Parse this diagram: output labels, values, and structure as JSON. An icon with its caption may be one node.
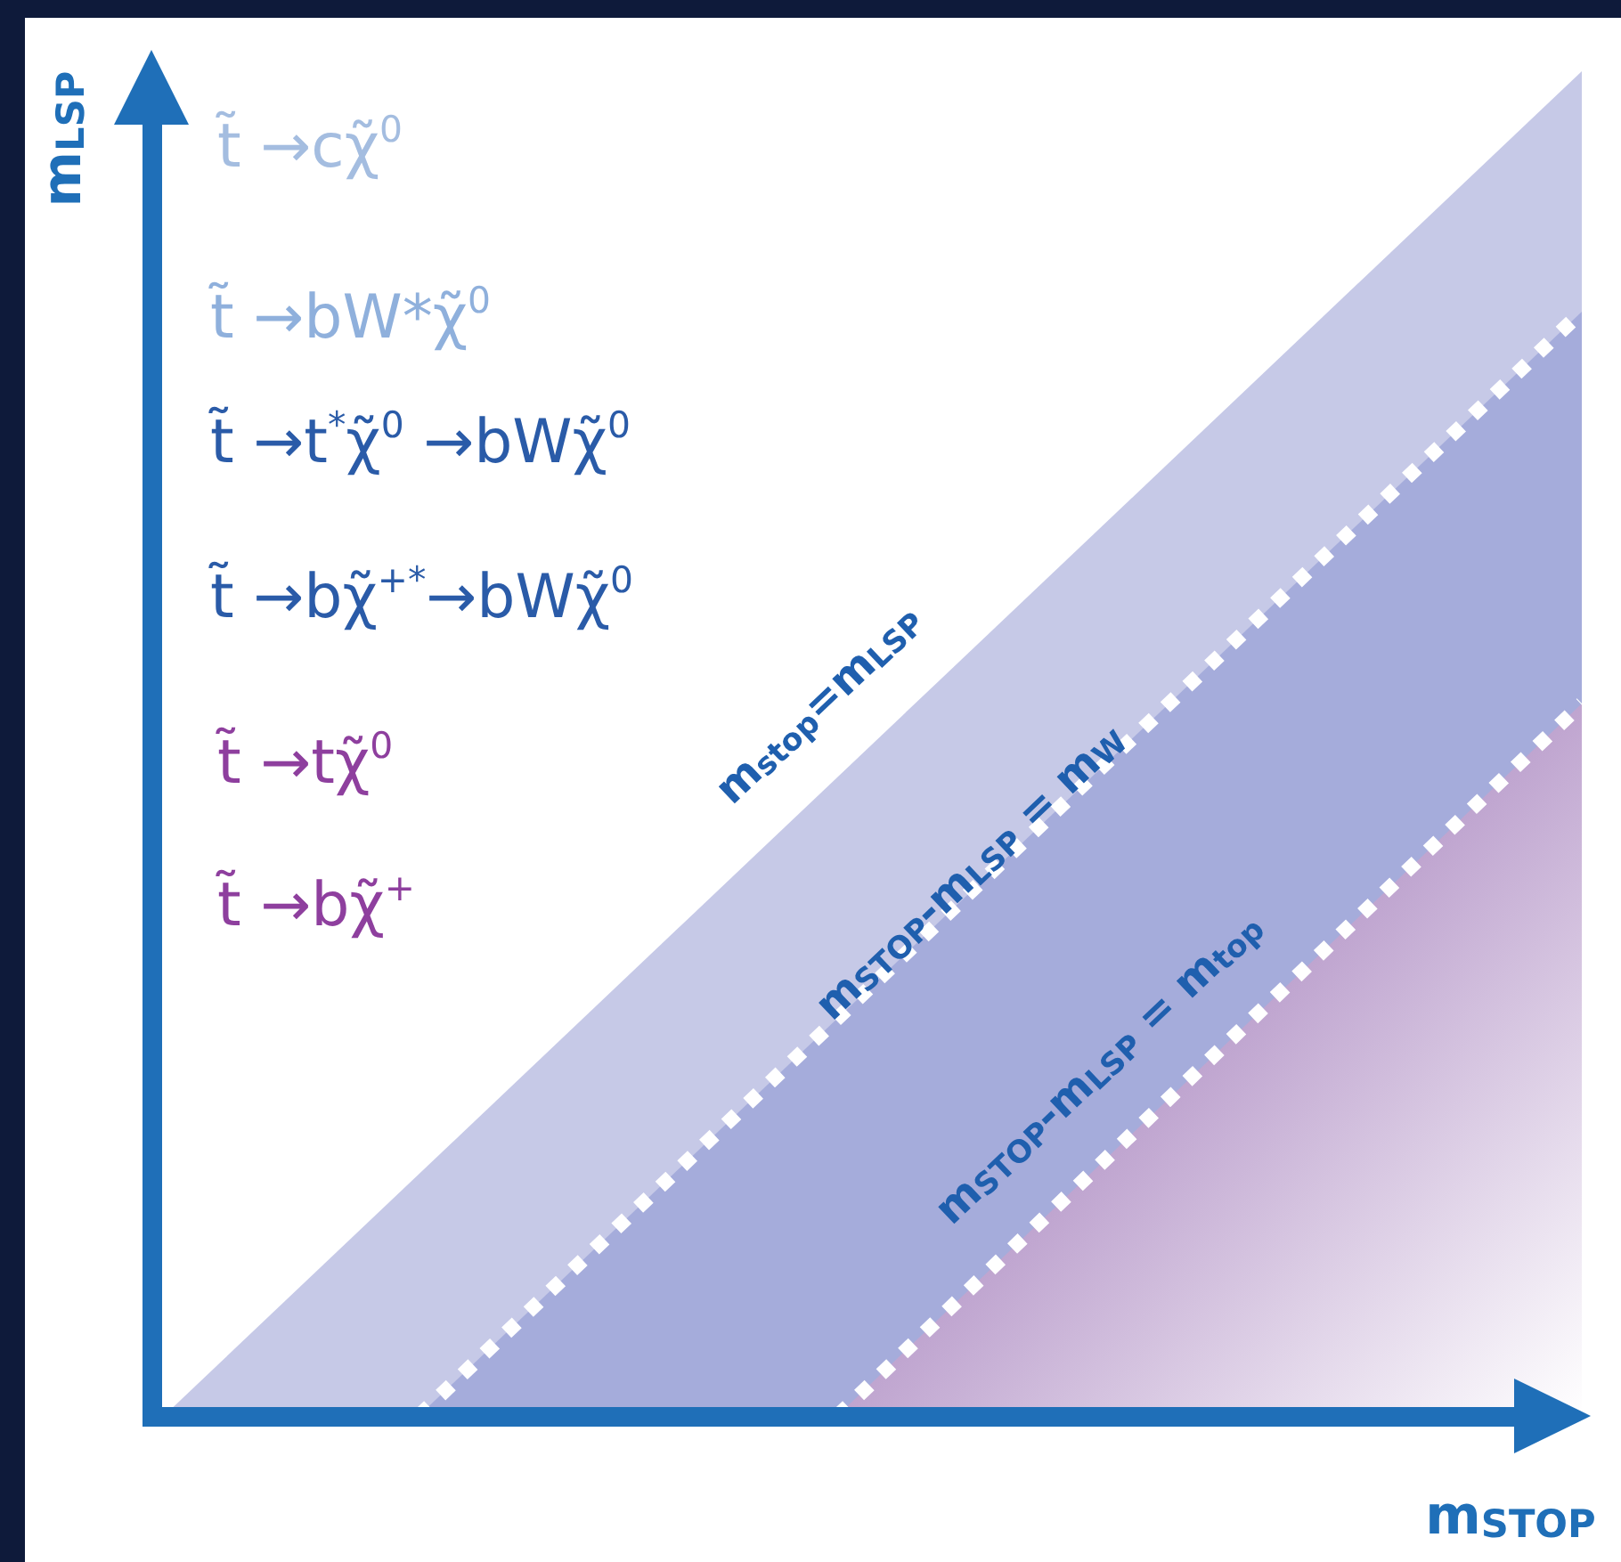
{
  "diagram": {
    "labels": [
      "m$_{LSP}$",
      "t̃ →cχ̃$^{0}$",
      "t̃ →bW*χ̃$^{0}$",
      "t̃ →t$^{*}$χ̃$^{0}$ →bWχ̃$^{0}$",
      "t̃ →bχ̃$^{+*}$→bWχ̃$^{0}$",
      "t̃ →tχ̃$^{0}$",
      "t̃ →bχ̃$^{+}$",
      "m$_{stop}$=m$_{LSP}$",
      "m$_{STOP}$-m$_{LSP}$ = m$_{W}$",
      "m$_{STOP}$-m$_{LSP}$ = m$_{top}$",
      "m$_{STOP}$"
    ]
  }
}
